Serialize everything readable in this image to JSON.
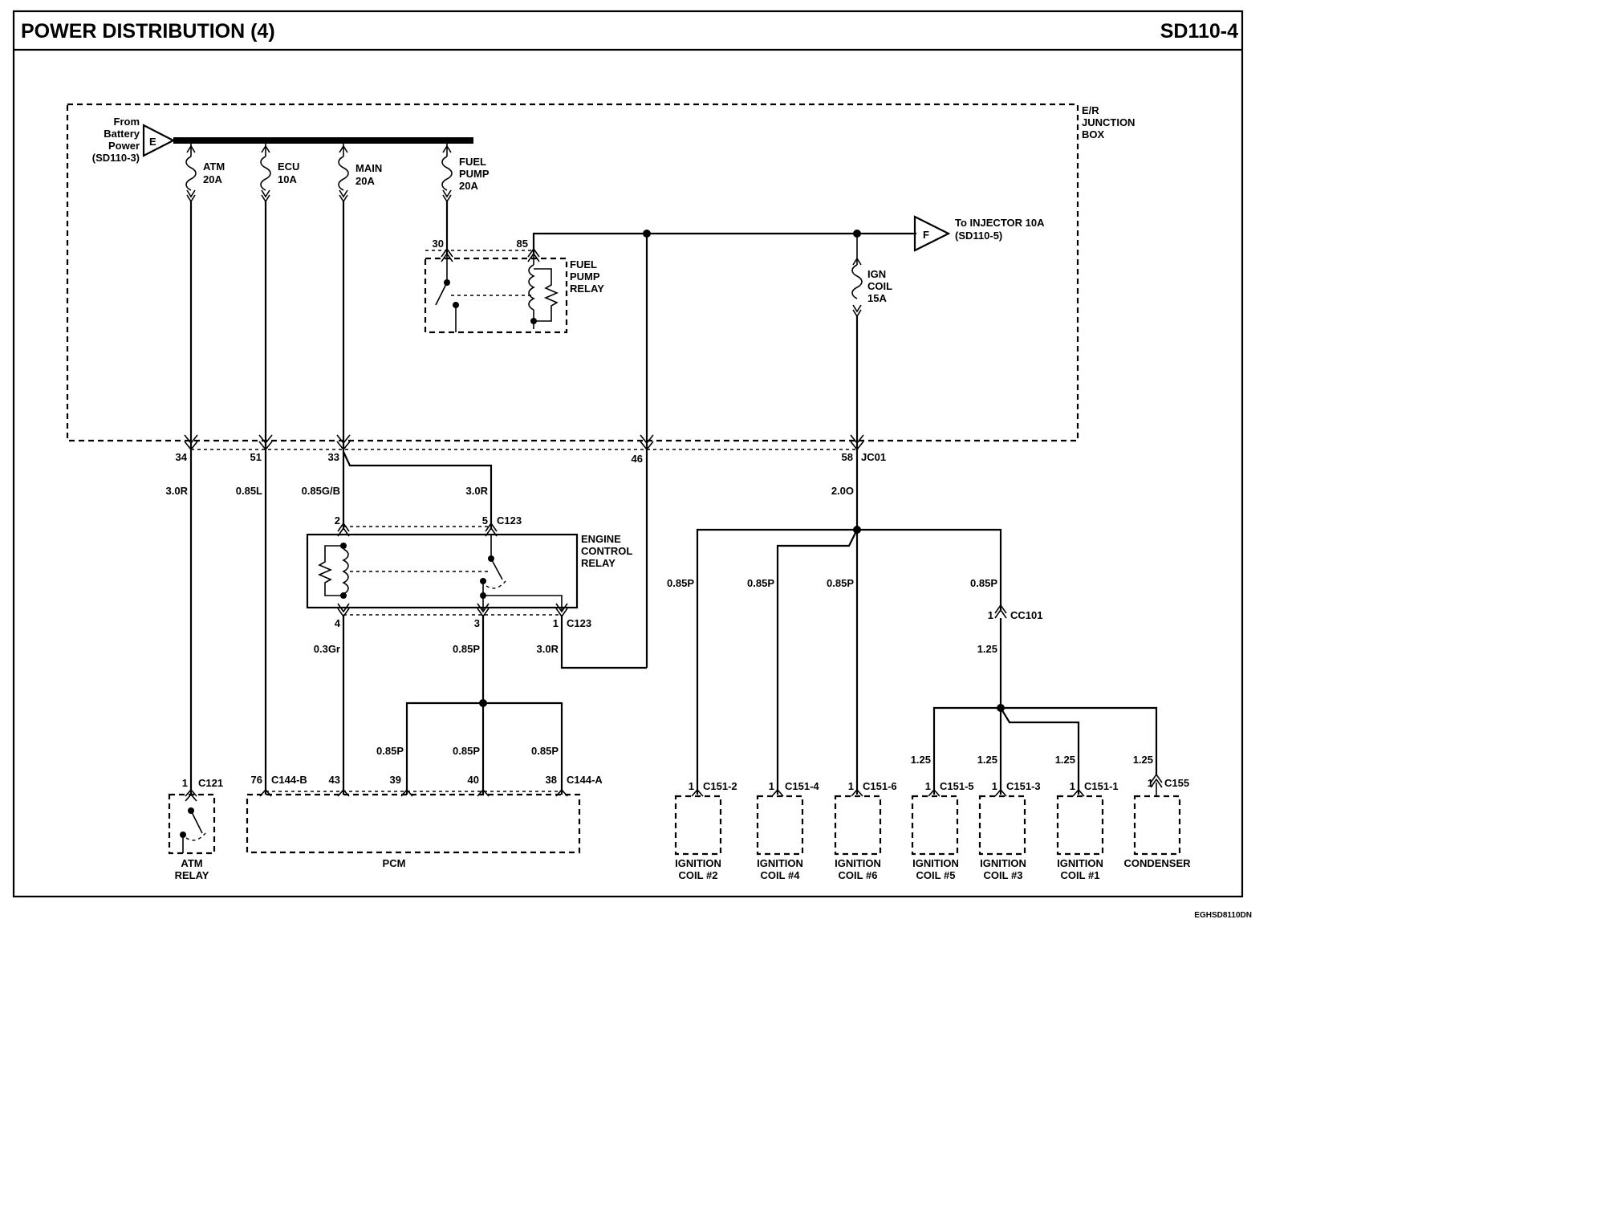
{
  "header": {
    "title": "POWER DISTRIBUTION (4)",
    "code": "SD110-4"
  },
  "junction_box": {
    "name": [
      "E/R",
      "JUNCTION",
      "BOX"
    ]
  },
  "battery_input": {
    "text": [
      "From",
      "Battery",
      "Power",
      "(SD110-3)"
    ],
    "connector": "E"
  },
  "fuses": {
    "atm": [
      "ATM",
      "20A"
    ],
    "ecu": [
      "ECU",
      "10A"
    ],
    "main": [
      "MAIN",
      "20A"
    ],
    "fuel_pump": [
      "FUEL",
      "PUMP",
      "20A"
    ],
    "ign_coil": [
      "IGN",
      "COIL",
      "15A"
    ]
  },
  "injector_output": {
    "connector": "F",
    "text": [
      "To INJECTOR 10A",
      "(SD110-5)"
    ]
  },
  "fuel_pump_relay": {
    "name": [
      "FUEL",
      "PUMP",
      "RELAY"
    ],
    "pin_30": "30",
    "pin_85": "85"
  },
  "jb_pins": {
    "p34": "34",
    "p51": "51",
    "p33": "33",
    "p46": "46",
    "p58": "58",
    "jc01": "JC01"
  },
  "wires": {
    "w34": "3.0R",
    "w51": "0.85L",
    "w33": "0.85G/B",
    "w33b": "3.0R",
    "w58": "2.0O",
    "w4": "0.3Gr",
    "w3": "0.85P",
    "w1": "3.0R",
    "pcm39": "0.85P",
    "pcm40": "0.85P",
    "pcm38": "0.85P",
    "ign2": "0.85P",
    "ign4": "0.85P",
    "ign6": "0.85P",
    "cc101w": "0.85P",
    "cc101out": "1.25",
    "c5": "1.25",
    "c3": "1.25",
    "c1": "1.25",
    "cond": "1.25"
  },
  "engine_control_relay": {
    "name": [
      "ENGINE",
      "CONTROL",
      "RELAY"
    ],
    "top_pins": [
      "2",
      "5"
    ],
    "top_conn": "C123",
    "bottom_pins": [
      "4",
      "3",
      "1"
    ],
    "bottom_conn": "C123"
  },
  "cc101": {
    "pin": "1",
    "name": "CC101"
  },
  "atm_relay": {
    "pin": "1",
    "connector": "C121",
    "name": [
      "ATM",
      "RELAY"
    ]
  },
  "pcm": {
    "name": "PCM",
    "pin76": "76",
    "conn_b": "C144-B",
    "pin43": "43",
    "pin39": "39",
    "pin40": "40",
    "pin38": "38",
    "conn_a": "C144-A"
  },
  "loads": [
    {
      "pin": "1",
      "connector": "C151-2",
      "name": [
        "IGNITION",
        "COIL #2"
      ]
    },
    {
      "pin": "1",
      "connector": "C151-4",
      "name": [
        "IGNITION",
        "COIL #4"
      ]
    },
    {
      "pin": "1",
      "connector": "C151-6",
      "name": [
        "IGNITION",
        "COIL #6"
      ]
    },
    {
      "pin": "1",
      "connector": "C151-5",
      "name": [
        "IGNITION",
        "COIL #5"
      ]
    },
    {
      "pin": "1",
      "connector": "C151-3",
      "name": [
        "IGNITION",
        "COIL #3"
      ]
    },
    {
      "pin": "1",
      "connector": "C151-1",
      "name": [
        "IGNITION",
        "COIL #1"
      ]
    },
    {
      "pin": "1",
      "connector": "C155",
      "name": [
        "CONDENSER"
      ]
    }
  ],
  "footer_code": "EGHSD8110DN"
}
